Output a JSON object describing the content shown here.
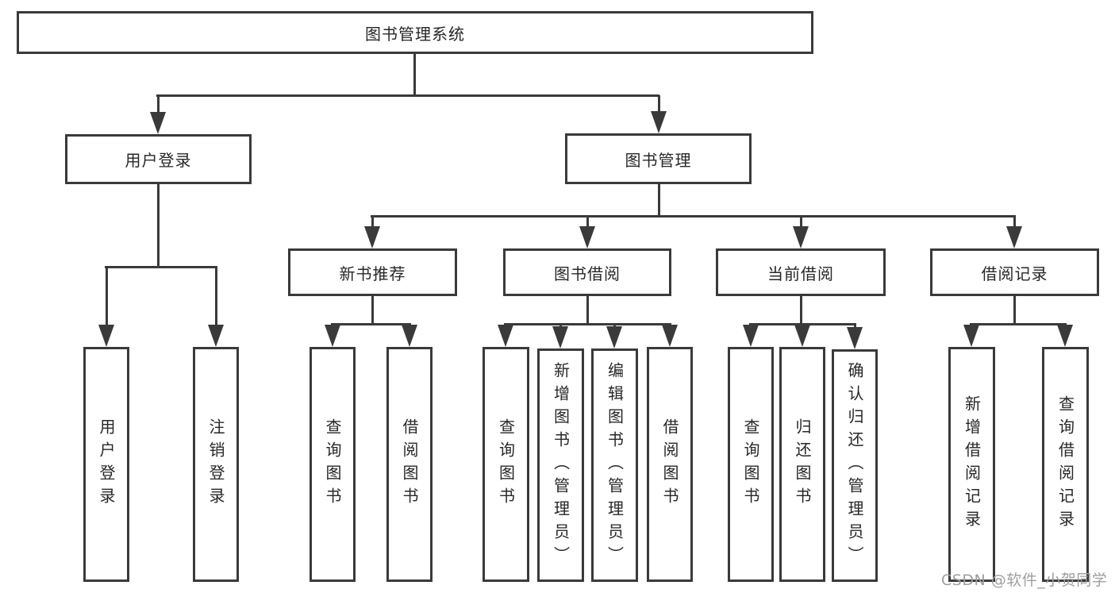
{
  "diagram": {
    "root": {
      "label": "图书管理系统"
    },
    "branches": [
      {
        "label": "用户登录",
        "children": [
          {
            "label": "用户登录"
          },
          {
            "label": "注销登录"
          }
        ]
      },
      {
        "label": "图书管理",
        "children": [
          {
            "label": "新书推荐",
            "children": [
              {
                "label": "查询图书"
              },
              {
                "label": "借阅图书"
              }
            ]
          },
          {
            "label": "图书借阅",
            "children": [
              {
                "label": "查询图书"
              },
              {
                "label": "新增图书（管理员）"
              },
              {
                "label": "编辑图书（管理员）"
              },
              {
                "label": "借阅图书"
              }
            ]
          },
          {
            "label": "当前借阅",
            "children": [
              {
                "label": "查询图书"
              },
              {
                "label": "归还图书"
              },
              {
                "label": "确认归还（管理员）"
              }
            ]
          },
          {
            "label": "借阅记录",
            "children": [
              {
                "label": "新增借阅记录"
              },
              {
                "label": "查询借阅记录"
              }
            ]
          }
        ]
      }
    ]
  },
  "watermark": {
    "text": "CSDN @软件_小贺同学"
  },
  "colors": {
    "line": "#3a3a3a",
    "text": "#272727",
    "watermark": "#9e9e9e",
    "background": "#ffffff"
  }
}
